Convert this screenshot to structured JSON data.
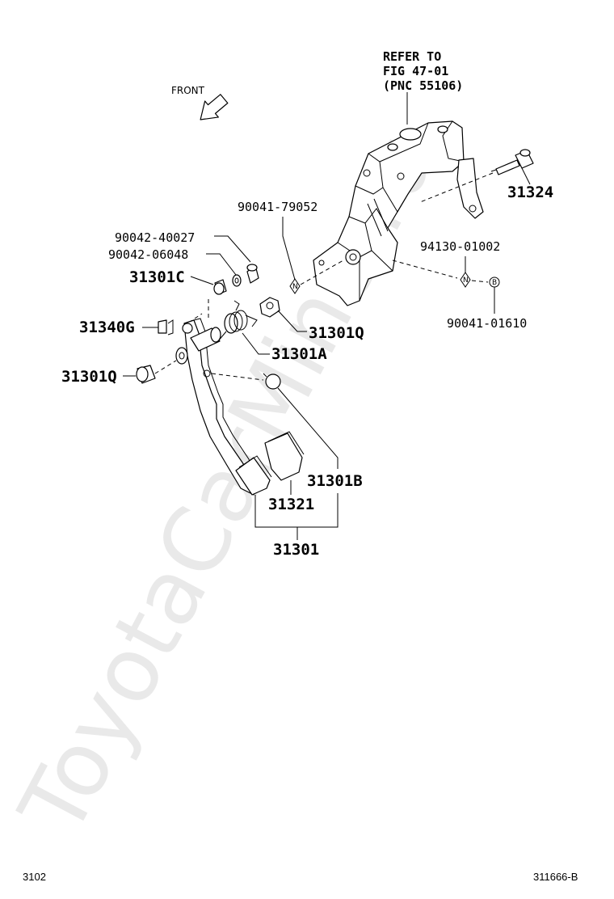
{
  "watermark": "ToyotaCarMine.ru",
  "front_label": "FRONT",
  "refer": {
    "line1": "REFER TO",
    "line2": "FIG 47-01",
    "line3": "(PNC 55106)"
  },
  "callouts": {
    "p31324": "31324",
    "p90041_79052": "90041-79052",
    "p90042_40027": "90042-40027",
    "p90042_06048": "90042-06048",
    "p31301C": "31301C",
    "p31340G": "31340G",
    "p31301Q_right": "31301Q",
    "p31301A": "31301A",
    "p31301Q_left": "31301Q",
    "p94130_01002": "94130-01002",
    "p90041_01610": "90041-01610",
    "p31301B": "31301B",
    "p31321": "31321",
    "p31301": "31301"
  },
  "tags": {
    "n1": "N",
    "n2": "N",
    "b": "B"
  },
  "footer": {
    "left": "3102",
    "right": "311666-B"
  }
}
